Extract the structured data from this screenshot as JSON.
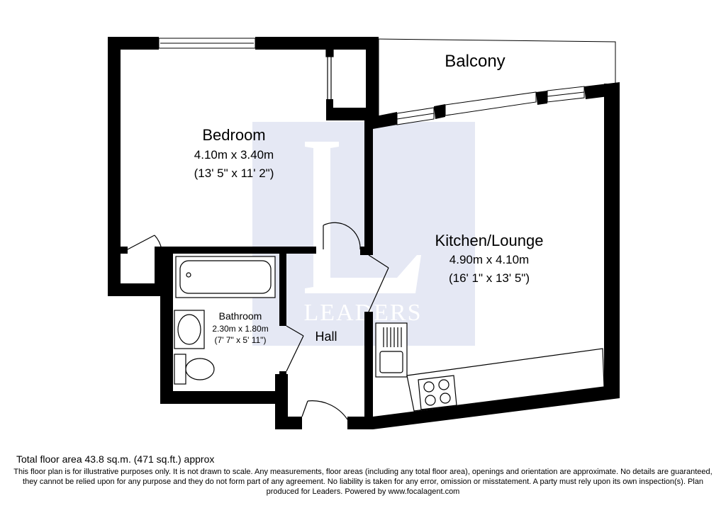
{
  "watermark": {
    "text": "LEADERS",
    "letter": "L",
    "color": "#c5c9e4"
  },
  "rooms": {
    "balcony": {
      "name": "Balcony"
    },
    "bedroom": {
      "name": "Bedroom",
      "metric": "4.10m x 3.40m",
      "imperial": "(13' 5\" x 11' 2\")"
    },
    "kitchen_lounge": {
      "name": "Kitchen/Lounge",
      "metric": "4.90m x 4.10m",
      "imperial": "(16' 1\" x 13' 5\")"
    },
    "bathroom": {
      "name": "Bathroom",
      "metric": "2.30m x 1.80m",
      "imperial": "(7' 7\" x 5' 11\")"
    },
    "hall": {
      "name": "Hall"
    }
  },
  "footer": {
    "total_area": "Total floor area 43.8 sq.m. (471 sq.ft.) approx",
    "disclaimer": "This floor plan is for illustrative purposes only. It is not drawn to scale. Any measurements, floor areas (including any total floor area), openings and orientation are approximate. No details are guaranteed, they cannot be relied upon for any purpose and they do not form part of any agreement. No liability is taken for any error, omission or misstatement. A party must rely upon its own inspection(s). Plan produced for Leaders. Powered by www.focalagent.com"
  },
  "colors": {
    "wall": "#000000",
    "fixture": "#000000",
    "background": "#ffffff"
  }
}
